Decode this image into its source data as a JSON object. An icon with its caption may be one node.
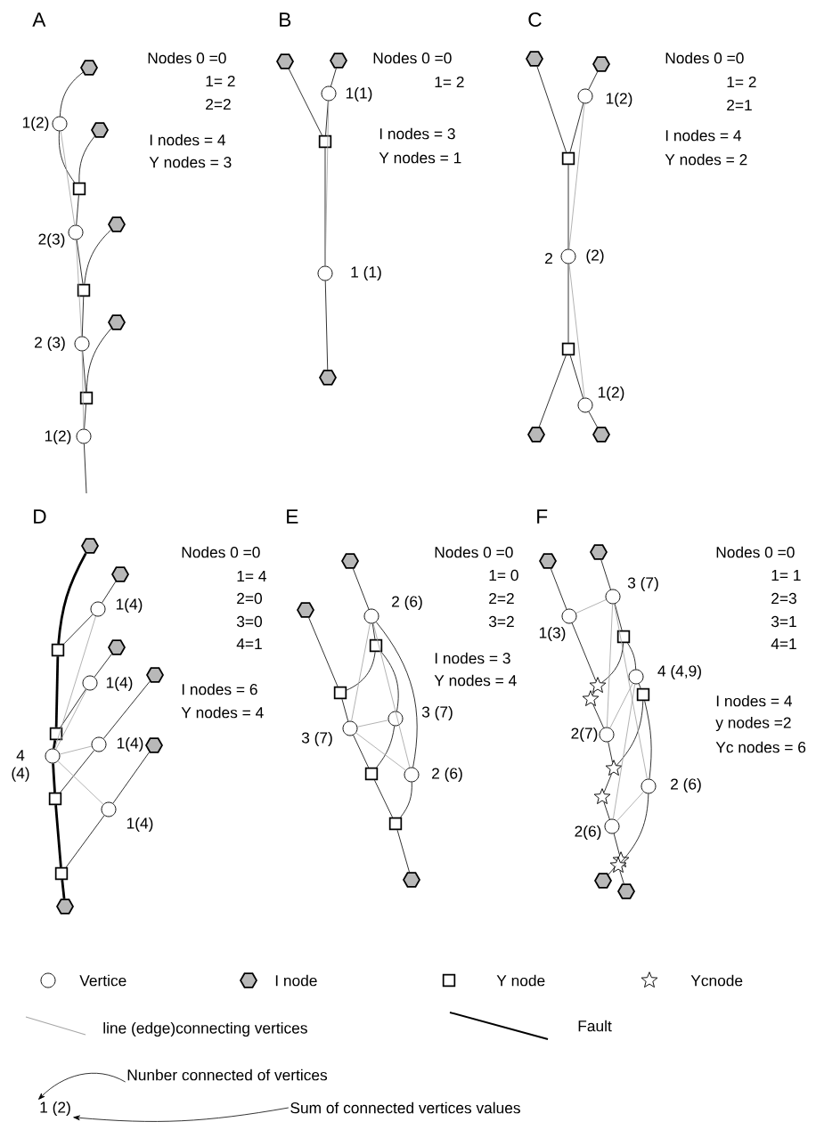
{
  "diagram": {
    "nodes": [
      {
        "text": [],
        "shape": "hexagon"
      },
      {
        "text": [],
        "shape": "circle",
        "beside": [
          "1(2)"
        ]
      },
      {
        "text": [],
        "shape": "hexagon"
      },
      {
        "text": [],
        "shape": "box"
      },
      {
        "text": [],
        "shape": "circle",
        "beside": [
          "2(3)"
        ]
      },
      {
        "text": [],
        "shape": "hexagon"
      },
      {
        "text": [],
        "shape": "box"
      },
      {
        "text": [],
        "shape": "circle",
        "beside": [
          "2 (3)"
        ]
      },
      {
        "text": [],
        "shape": "hexagon"
      },
      {
        "text": [],
        "shape": "box"
      },
      {
        "text": [],
        "shape": "circle",
        "beside": [
          "1(2)"
        ]
      },
      {
        "text": [],
        "shape": "hexagon"
      },
      {
        "text": [],
        "shape": "hexagon"
      },
      {
        "text": [],
        "shape": "circle",
        "beside": [
          "1(1)"
        ]
      },
      {
        "text": [],
        "shape": "box"
      },
      {
        "text": [],
        "shape": "circle",
        "beside": [
          "1 (1)"
        ]
      },
      {
        "text": [],
        "shape": "hexagon"
      },
      {
        "text": [],
        "shape": "hexagon"
      },
      {
        "text": [],
        "shape": "hexagon"
      },
      {
        "text": [],
        "shape": "circle",
        "beside": [
          "1(2)"
        ]
      },
      {
        "text": [],
        "shape": "box"
      },
      {
        "text": [],
        "shape": "circle",
        "beside": [
          "2",
          "(2)"
        ]
      },
      {
        "text": [],
        "shape": "box"
      },
      {
        "text": [],
        "shape": "circle",
        "beside": [
          "1(2)"
        ]
      },
      {
        "text": [],
        "shape": "hexagon"
      },
      {
        "text": [],
        "shape": "hexagon"
      },
      {
        "text": [],
        "shape": "hexagon"
      },
      {
        "text": [],
        "shape": "hexagon"
      },
      {
        "text": [],
        "shape": "circle",
        "beside": [
          "1(4)"
        ]
      },
      {
        "text": [],
        "shape": "box"
      },
      {
        "text": [],
        "shape": "hexagon"
      },
      {
        "text": [],
        "shape": "circle",
        "beside": [
          "1(4)"
        ]
      },
      {
        "text": [],
        "shape": "hexagon"
      },
      {
        "text": [],
        "shape": "box"
      },
      {
        "text": [],
        "shape": "circle",
        "beside": [
          "1(4)"
        ]
      },
      {
        "text": [],
        "shape": "hexagon"
      },
      {
        "text": [],
        "shape": "circle",
        "beside": [
          "4 (4)"
        ]
      },
      {
        "text": [],
        "shape": "box"
      },
      {
        "text": [],
        "shape": "circle",
        "beside": [
          "1(4)"
        ]
      },
      {
        "text": [],
        "shape": "box"
      },
      {
        "text": [],
        "shape": "hexagon"
      },
      {
        "text": [],
        "shape": "hexagon"
      },
      {
        "text": [],
        "shape": "hexagon"
      },
      {
        "text": [],
        "shape": "circle",
        "beside": [
          "2 (6)"
        ]
      },
      {
        "text": [],
        "shape": "box"
      },
      {
        "text": [],
        "shape": "box"
      },
      {
        "text": [],
        "shape": "circle",
        "beside": [
          "3 (7)"
        ]
      },
      {
        "text": [],
        "shape": "circle",
        "beside": [
          "3 (7)"
        ]
      },
      {
        "text": [],
        "shape": "box"
      },
      {
        "text": [],
        "shape": "circle",
        "beside": [
          "2 (6)"
        ]
      },
      {
        "text": [],
        "shape": "box"
      },
      {
        "text": [],
        "shape": "hexagon"
      },
      {
        "text": [],
        "shape": "hexagon"
      },
      {
        "text": [],
        "shape": "hexagon"
      },
      {
        "text": [],
        "shape": "circle",
        "beside": [
          "3 (7)"
        ]
      },
      {
        "text": [],
        "shape": "circle",
        "beside": [
          "1(3)"
        ]
      },
      {
        "text": [],
        "shape": "box"
      },
      {
        "text": [],
        "shape": "circle",
        "beside": [
          "4 (4,9)"
        ]
      },
      {
        "text": [],
        "shape": "star"
      },
      {
        "text": [],
        "shape": "box"
      },
      {
        "text": [],
        "shape": "star"
      },
      {
        "text": [],
        "shape": "circle",
        "beside": [
          "2(7)"
        ]
      },
      {
        "text": [],
        "shape": "star"
      },
      {
        "text": [],
        "shape": "circle",
        "beside": [
          "2 (6)"
        ]
      },
      {
        "text": [],
        "shape": "star"
      },
      {
        "text": [],
        "shape": "circle",
        "beside": [
          "2(6)"
        ]
      },
      {
        "text": [],
        "shape": "star"
      },
      {
        "text": [],
        "shape": "star"
      },
      {
        "text": [],
        "shape": "hexagon"
      },
      {
        "text": [],
        "shape": "hexagon"
      },
      {
        "text": [
          "Nunber connected of vertices"
        ]
      },
      {
        "text": [
          "1 (2)"
        ]
      },
      {
        "text": [
          "Sum of connected vertices values"
        ]
      }
    ],
    "edges": [
      {
        "from": 0,
        "to": 1,
        "arrow": "none"
      },
      {
        "from": 1,
        "to": 3,
        "arrow": "none"
      },
      {
        "from": 2,
        "to": 3,
        "arrow": "none"
      },
      {
        "from": 3,
        "to": 4,
        "arrow": "none"
      },
      {
        "from": 4,
        "to": 6,
        "arrow": "none"
      },
      {
        "from": 5,
        "to": 6,
        "arrow": "none"
      },
      {
        "from": 6,
        "to": 7,
        "arrow": "none"
      },
      {
        "from": 7,
        "to": 9,
        "arrow": "none"
      },
      {
        "from": 8,
        "to": 9,
        "arrow": "none"
      },
      {
        "from": 9,
        "to": 10,
        "arrow": "none"
      },
      {
        "from": 10,
        "to": null,
        "arrow": "none"
      },
      {
        "from": 1,
        "to": 4,
        "arrow": "none",
        "color": "#a0a0a0"
      },
      {
        "from": 4,
        "to": 7,
        "arrow": "none",
        "color": "#a0a0a0"
      },
      {
        "from": 7,
        "to": 10,
        "arrow": "none",
        "color": "#a0a0a0"
      },
      {
        "from": 11,
        "to": 14,
        "arrow": "none"
      },
      {
        "from": 12,
        "to": 13,
        "arrow": "none"
      },
      {
        "from": 13,
        "to": 14,
        "arrow": "none"
      },
      {
        "from": 14,
        "to": 15,
        "arrow": "none"
      },
      {
        "from": 15,
        "to": 16,
        "arrow": "none"
      },
      {
        "from": 13,
        "to": 15,
        "arrow": "none",
        "color": "#a0a0a0"
      },
      {
        "from": 17,
        "to": 20,
        "arrow": "none"
      },
      {
        "from": 18,
        "to": 19,
        "arrow": "none"
      },
      {
        "from": 19,
        "to": 20,
        "arrow": "none"
      },
      {
        "from": 20,
        "to": 21,
        "arrow": "none"
      },
      {
        "from": 21,
        "to": 22,
        "arrow": "none"
      },
      {
        "from": 22,
        "to": 24,
        "arrow": "none"
      },
      {
        "from": 22,
        "to": 23,
        "arrow": "none"
      },
      {
        "from": 23,
        "to": 25,
        "arrow": "none"
      },
      {
        "from": 19,
        "to": 21,
        "arrow": "none",
        "color": "#a0a0a0"
      },
      {
        "from": 21,
        "to": 23,
        "arrow": "none",
        "color": "#a0a0a0"
      },
      {
        "from": 26,
        "to": 29,
        "arrow": "none",
        "style": "thick"
      },
      {
        "from": 29,
        "to": 33,
        "arrow": "none",
        "style": "thick"
      },
      {
        "from": 33,
        "to": 36,
        "arrow": "none",
        "style": "thick"
      },
      {
        "from": 36,
        "to": 37,
        "arrow": "none",
        "style": "thick"
      },
      {
        "from": 37,
        "to": 39,
        "arrow": "none",
        "style": "thick"
      },
      {
        "from": 39,
        "to": 40,
        "arrow": "none",
        "style": "thick"
      },
      {
        "from": 27,
        "to": 28,
        "arrow": "none"
      },
      {
        "from": 28,
        "to": 29,
        "arrow": "none"
      },
      {
        "from": 30,
        "to": 31,
        "arrow": "none"
      },
      {
        "from": 31,
        "to": 33,
        "arrow": "none"
      },
      {
        "from": 32,
        "to": 34,
        "arrow": "none"
      },
      {
        "from": 34,
        "to": 37,
        "arrow": "none"
      },
      {
        "from": 35,
        "to": 38,
        "arrow": "none"
      },
      {
        "from": 38,
        "to": 39,
        "arrow": "none"
      },
      {
        "from": 36,
        "to": 28,
        "arrow": "none",
        "color": "#a0a0a0"
      },
      {
        "from": 36,
        "to": 31,
        "arrow": "none",
        "color": "#a0a0a0"
      },
      {
        "from": 36,
        "to": 34,
        "arrow": "none",
        "color": "#a0a0a0"
      },
      {
        "from": 36,
        "to": 38,
        "arrow": "none",
        "color": "#a0a0a0"
      },
      {
        "from": 41,
        "to": 43,
        "arrow": "none"
      },
      {
        "from": 43,
        "to": 44,
        "arrow": "none"
      },
      {
        "from": 44,
        "to": 45,
        "arrow": "none"
      },
      {
        "from": 42,
        "to": 45,
        "arrow": "none"
      },
      {
        "from": 45,
        "to": 47,
        "arrow": "none"
      },
      {
        "from": 47,
        "to": 48,
        "arrow": "none"
      },
      {
        "from": 48,
        "to": 50,
        "arrow": "none"
      },
      {
        "from": 50,
        "to": 51,
        "arrow": "none"
      },
      {
        "from": 44,
        "to": 46,
        "arrow": "none"
      },
      {
        "from": 43,
        "to": 49,
        "arrow": "none"
      },
      {
        "from": 46,
        "to": 48,
        "arrow": "none"
      },
      {
        "from": 49,
        "to": 50,
        "arrow": "none"
      },
      {
        "from": 43,
        "to": 47,
        "arrow": "none",
        "color": "#a0a0a0"
      },
      {
        "from": 43,
        "to": 49,
        "arrow": "none",
        "color": "#a0a0a0"
      },
      {
        "from": 47,
        "to": 46,
        "arrow": "none",
        "color": "#a0a0a0"
      },
      {
        "from": 47,
        "to": 49,
        "arrow": "none",
        "color": "#a0a0a0"
      },
      {
        "from": 53,
        "to": 55,
        "arrow": "none"
      },
      {
        "from": 55,
        "to": 58,
        "arrow": "none"
      },
      {
        "from": 58,
        "to": 60,
        "arrow": "none"
      },
      {
        "from": 60,
        "to": 61,
        "arrow": "none"
      },
      {
        "from": 61,
        "to": 62,
        "arrow": "none"
      },
      {
        "from": 62,
        "to": 64,
        "arrow": "none"
      },
      {
        "from": 64,
        "to": 65,
        "arrow": "none"
      },
      {
        "from": 65,
        "to": 66,
        "arrow": "none"
      },
      {
        "from": 66,
        "to": 68,
        "arrow": "none"
      },
      {
        "from": 52,
        "to": 54,
        "arrow": "none"
      },
      {
        "from": 54,
        "to": 56,
        "arrow": "none"
      },
      {
        "from": 56,
        "to": 57,
        "arrow": "none"
      },
      {
        "from": 57,
        "to": 59,
        "arrow": "none"
      },
      {
        "from": 59,
        "to": 63,
        "arrow": "none"
      },
      {
        "from": 63,
        "to": 67,
        "arrow": "none"
      },
      {
        "from": 67,
        "to": 69,
        "arrow": "none"
      },
      {
        "from": 56,
        "to": 58,
        "arrow": "none"
      },
      {
        "from": 59,
        "to": 62,
        "arrow": "none"
      },
      {
        "from": 55,
        "to": 54,
        "arrow": "none",
        "color": "#a0a0a0"
      },
      {
        "from": 54,
        "to": 61,
        "arrow": "none",
        "color": "#a0a0a0"
      },
      {
        "from": 54,
        "to": 63,
        "arrow": "none",
        "color": "#a0a0a0"
      },
      {
        "from": 57,
        "to": 61,
        "arrow": "none",
        "color": "#a0a0a0"
      },
      {
        "from": 57,
        "to": 65,
        "arrow": "none",
        "color": "#a0a0a0"
      },
      {
        "from": 63,
        "to": 65,
        "arrow": "none",
        "color": "#a0a0a0"
      },
      {
        "from": 70,
        "to": 71,
        "arrow": "to"
      },
      {
        "from": 72,
        "to": 71,
        "arrow": "to"
      }
    ],
    "labels": [
      "A",
      "Nodes 0 =0",
      "1= 2",
      "2=2",
      "I nodes = 4",
      "Y nodes = 3",
      "B",
      "Nodes 0 =0",
      "1= 2",
      "I nodes = 3",
      "Y nodes = 1",
      "C",
      "Nodes 0 =0",
      "1= 2",
      "2=1",
      "I nodes = 4",
      "Y nodes = 2",
      "D",
      "Nodes 0 =0",
      "1= 4",
      "2=0",
      "3=0",
      "4=1",
      "I nodes = 6",
      "Y nodes = 4",
      "E",
      "Nodes 0 =0",
      "1= 0",
      "2=2",
      "3=2",
      "I nodes = 3",
      "Y nodes = 4",
      "F",
      "Nodes 0 =0",
      "1= 1",
      "2=3",
      "3=1",
      "4=1",
      "I nodes = 4",
      "y nodes =2",
      "Yc nodes = 6"
    ],
    "legend": [
      {
        "text": "Vertice"
      },
      {
        "text": "I node"
      },
      {
        "text": "Y node"
      },
      {
        "text": "Ycnode"
      },
      {
        "text": "line (edge)connecting vertices"
      },
      {
        "text": "Fault"
      }
    ]
  }
}
